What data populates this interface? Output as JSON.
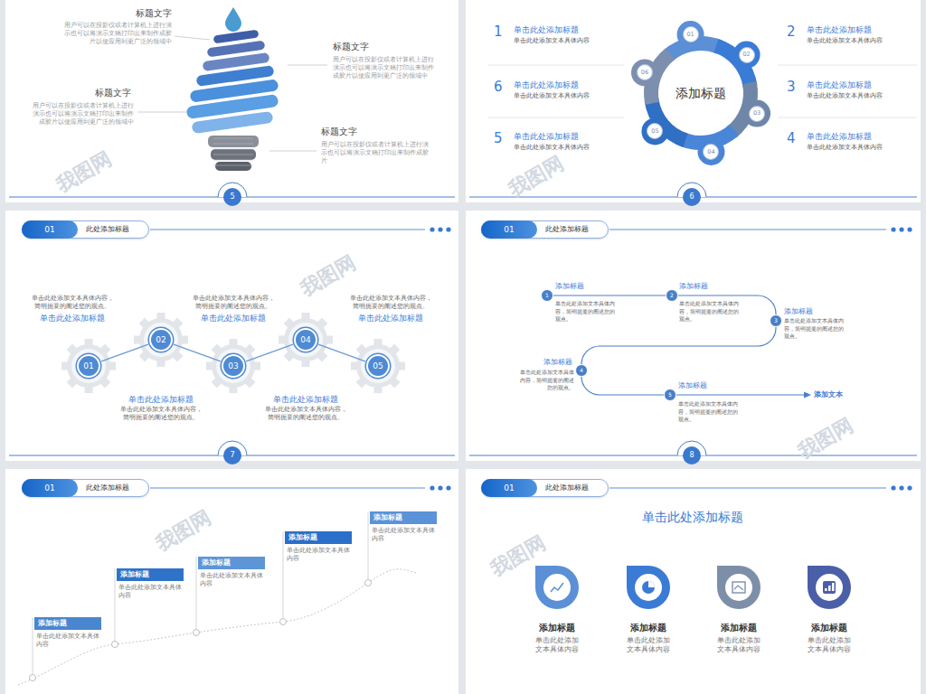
{
  "diagram": {
    "nodes": [
      {
        "text": [
          "添加标题"
        ]
      },
      {
        "text": [
          "01"
        ]
      },
      {
        "text": [
          "02"
        ]
      },
      {
        "text": [
          "03"
        ]
      },
      {
        "text": [
          "04"
        ]
      },
      {
        "text": [
          "05"
        ]
      },
      {
        "text": [
          "06"
        ]
      },
      {
        "text": [
          "01",
          "此处添加标题"
        ]
      },
      {
        "text": [
          "01"
        ]
      },
      {
        "text": [
          "02"
        ]
      },
      {
        "text": [
          "03"
        ]
      },
      {
        "text": [
          "04"
        ]
      },
      {
        "text": [
          "05"
        ]
      },
      {
        "text": [
          "01",
          "此处添加标题"
        ]
      },
      {
        "text": [
          "01",
          "此处添加标题"
        ]
      },
      {
        "text": [
          "添加标题",
          "单击此处添加文本具体内容"
        ]
      },
      {
        "text": [
          "添加标题",
          "单击此处添加文本具体内容"
        ]
      },
      {
        "text": [
          "添加标题",
          "单击此处添加文本具体内容"
        ]
      },
      {
        "text": [
          "添加标题",
          "单击此处添加文本具体内容"
        ]
      },
      {
        "text": [
          "添加标题",
          "单击此处添加文本具体内容"
        ]
      },
      {
        "text": [
          "01",
          "此处添加标题"
        ]
      }
    ],
    "edges": [
      {
        "from": 8,
        "to": 9,
        "arrow": "none"
      },
      {
        "from": 9,
        "to": 10,
        "arrow": "none"
      },
      {
        "from": 10,
        "to": 11,
        "arrow": "none"
      },
      {
        "from": 11,
        "to": 12,
        "arrow": "none"
      }
    ],
    "labels": [
      "标题文字",
      "用户可以在投影仪或者计算机上进行演示也可以将演示文稿打印出来制作成胶片以便应用到更广泛的领域中",
      "标题文字",
      "用户可以在投影仪或者计算机上进行演示也可以将演示文稿打印出来制作成胶片以便应用到更广泛的领域中",
      "标题文字",
      "用户可以在投影仪或者计算机上进行演示也可以将演示文稿打印出来制作成胶片以便应用到更广泛的领域中",
      "标题文字",
      "用户可以在投影仪或者计算机上进行演示也可以将演示文稿打印出来制作成胶片",
      "我图网",
      "5",
      "1",
      "单击此处添加标题",
      "单击此处添加文本具体内容",
      "2",
      "单击此处添加标题",
      "单击此处添加文本具体内容",
      "6",
      "单击此处添加标题",
      "单击此处添加文本具体内容",
      "3",
      "单击此处添加标题",
      "单击此处添加文本具体内容",
      "5",
      "单击此处添加标题",
      "单击此处添加文本具体内容",
      "4",
      "单击此处添加标题",
      "单击此处添加文本具体内容",
      "我图网",
      "6",
      "单击此处添加文本具体内容，简明扼要的阐述您的观点。",
      "单击此处添加标题",
      "单击此处添加文本具体内容，简明扼要的阐述您的观点。",
      "单击此处添加标题",
      "单击此处添加文本具体内容，简明扼要的阐述您的观点。",
      "单击此处添加标题",
      "单击此处添加标题",
      "单击此处添加文本具体内容，简明扼要的阐述您的观点。",
      "单击此处添加标题",
      "单击此处添加文本具体内容，简明扼要的阐述您的观点。",
      "我图网",
      "7",
      "添加标题",
      "单击此处添加文本具体内容，简明扼要的阐述您的观点。",
      "添加标题",
      "单击此处添加文本具体内容，简明扼要的阐述您的观点。",
      "添加标题",
      "单击此处添加文本具体内容，简明扼要的阐述您的观点。",
      "添加标题",
      "单击此处添加文本具体内容，简明扼要的阐述您的观点。",
      "添加标题",
      "单击此处添加文本具体内容，简明扼要的阐述您的观点。",
      "添加文本",
      "1",
      "2",
      "3",
      "4",
      "5",
      "我图网",
      "8",
      "我图网",
      "单击此处添加标题",
      "添加标题",
      "单击此处添加文本具体内容",
      "添加标题",
      "单击此处添加文本具体内容",
      "添加标题",
      "单击此处添加文本具体内容",
      "添加标题",
      "单击此处添加文本具体内容",
      "我图网"
    ]
  }
}
